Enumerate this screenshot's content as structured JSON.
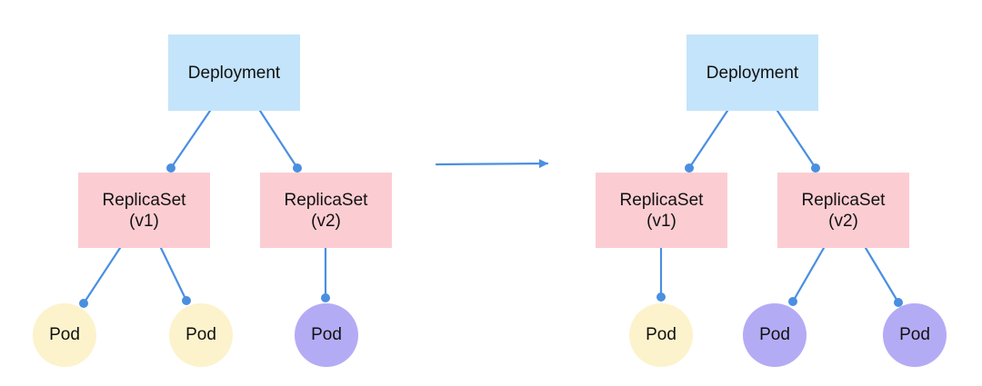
{
  "colors": {
    "deployment_fill": "#c4e4fb",
    "replicaset_fill": "#fbcdd2",
    "pod_v1_fill": "#fcf3cc",
    "pod_v2_fill": "#b4abf5",
    "connector": "#4a8fe0",
    "text": "#111111"
  },
  "before": {
    "deployment": {
      "label": "Deployment"
    },
    "replicasets": [
      {
        "name": "ReplicaSet",
        "version": "(v1)"
      },
      {
        "name": "ReplicaSet",
        "version": "(v2)"
      }
    ],
    "pods": [
      {
        "label": "Pod",
        "version": "v1"
      },
      {
        "label": "Pod",
        "version": "v1"
      },
      {
        "label": "Pod",
        "version": "v2"
      }
    ]
  },
  "after": {
    "deployment": {
      "label": "Deployment"
    },
    "replicasets": [
      {
        "name": "ReplicaSet",
        "version": "(v1)"
      },
      {
        "name": "ReplicaSet",
        "version": "(v2)"
      }
    ],
    "pods": [
      {
        "label": "Pod",
        "version": "v1"
      },
      {
        "label": "Pod",
        "version": "v2"
      },
      {
        "label": "Pod",
        "version": "v2"
      }
    ]
  }
}
